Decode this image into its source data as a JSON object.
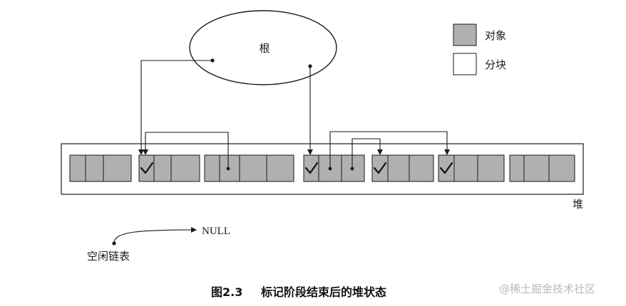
{
  "root": {
    "label": "根"
  },
  "legend": {
    "object_label": "对象",
    "chunk_label": "分块"
  },
  "heap": {
    "label": "堆"
  },
  "free_list": {
    "label": "空闲链表",
    "null_label": "NULL"
  },
  "caption": {
    "figure_number": "图2.3",
    "title": "标记阶段结束后的堆状态"
  },
  "watermark": "@稀土掘金技术社区",
  "colors": {
    "object_fill": "#b0b0b0",
    "chunk_fill": "#ffffff",
    "line": "#1a1a1a"
  },
  "icons": {
    "mark": "checkmark-icon",
    "pointer": "pointer-dot-icon"
  }
}
